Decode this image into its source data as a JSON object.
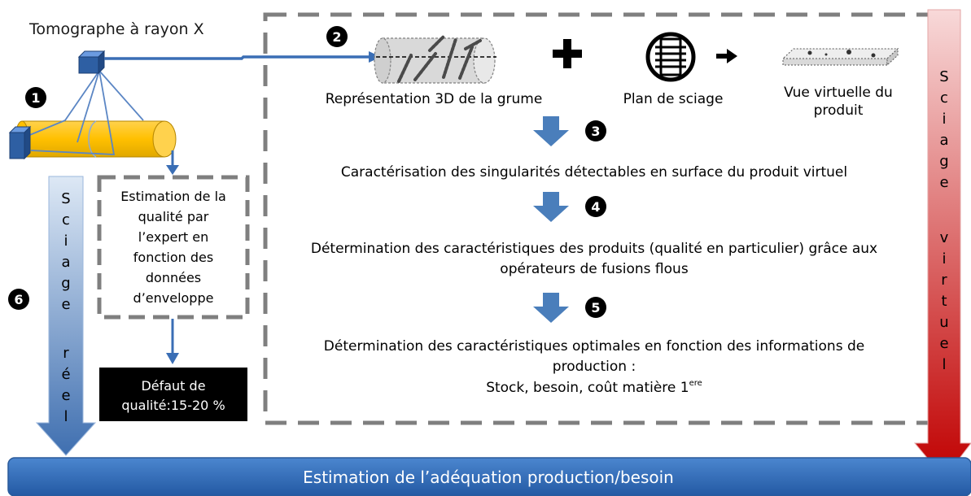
{
  "scanner": {
    "title": "Tomographe à rayon X"
  },
  "steps": [
    "1",
    "2",
    "3",
    "4",
    "5",
    "6"
  ],
  "virtual_chain": {
    "log_3d_label": "Représentation 3D de la grume",
    "plus_symbol": "+",
    "cutting_plan_label": "Plan de sciage",
    "product_view_lines": [
      "Vue virtuelle du",
      "produit"
    ],
    "step3_text": "Caractérisation des singularités détectables en surface du produit virtuel",
    "step4_lines": [
      "Détermination des caractéristiques des produits (qualité en particulier) grâce aux",
      "opérateurs de fusions flous"
    ],
    "step5_lines": [
      "Détermination des caractéristiques optimales en fonction des informations de",
      "production :",
      "Stock, besoin, coût matière 1"
    ],
    "step5_superscript": "ere"
  },
  "expert_box": {
    "lines": [
      "Estimation de la",
      "qualité par",
      "l’expert en",
      "fonction des",
      "données",
      "d’enveloppe"
    ]
  },
  "defect_box": {
    "lines": [
      "Défaut de",
      "qualité:15-20 %"
    ]
  },
  "arrows": {
    "real_sawing_letters": [
      "S",
      "c",
      "i",
      "a",
      "g",
      "e",
      "",
      "r",
      "é",
      "e",
      "l"
    ],
    "virtual_sawing_letters": [
      "S",
      "c",
      "i",
      "a",
      "g",
      "e",
      "",
      "v",
      "i",
      "r",
      "t",
      "u",
      "e",
      "l"
    ]
  },
  "bottom_bar": {
    "label": "Estimation de l’adéquation production/besoin"
  },
  "colors": {
    "blue_arrow": "#4a7ebb",
    "log_orange": "#ffc000",
    "scanner_blue": "#2e5fa3",
    "red_arrow": "#c00000",
    "bar_blue": "#2e6fbf",
    "dashed_gray": "#7f7f7f",
    "black": "#000000"
  }
}
